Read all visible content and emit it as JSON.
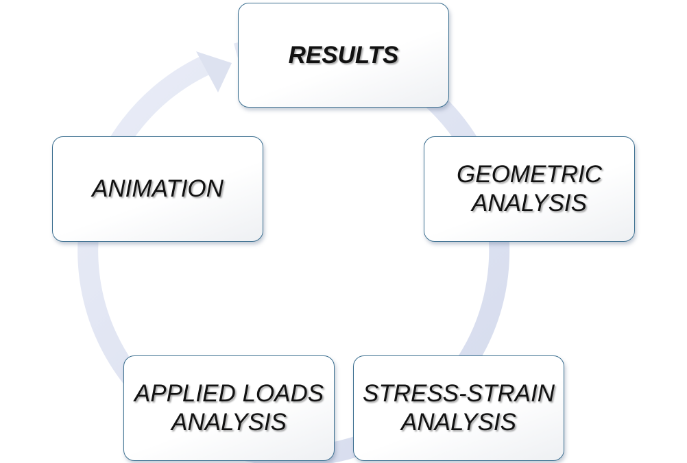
{
  "diagram": {
    "type": "cycle",
    "colors": {
      "ring": "#dde2f0",
      "node_border": "#3a6e8f",
      "node_fill": "#ffffff",
      "text": "#111111"
    },
    "nodes": [
      {
        "id": "results",
        "label": "RESULTS"
      },
      {
        "id": "geometric",
        "label": "GEOMETRIC\nANALYSIS"
      },
      {
        "id": "stress",
        "label": "STRESS-STRAIN\nANALYSIS"
      },
      {
        "id": "applied",
        "label": "APPLIED LOADS\nANALYSIS"
      },
      {
        "id": "animation",
        "label": "ANIMATION"
      }
    ],
    "arrow_target": "results"
  }
}
